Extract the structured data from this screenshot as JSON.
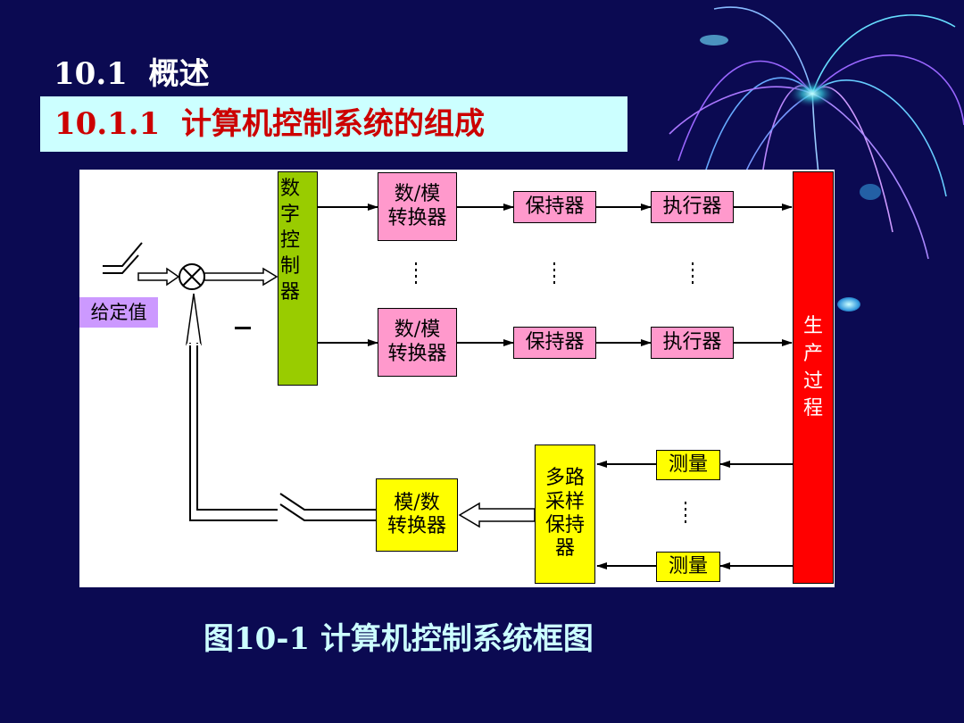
{
  "heading": {
    "number": "10.1",
    "text": "概述"
  },
  "subheading": {
    "number": "10.1.1",
    "text": "计算机控制系统的组成"
  },
  "diagram": {
    "setpoint_label": "给定值",
    "digital_controller": [
      "数",
      "字",
      "控",
      "制",
      "器"
    ],
    "dac_label": [
      "数/模",
      "转换器"
    ],
    "hold_label": "保持器",
    "actuator_label": "执行器",
    "process": [
      "生",
      "产",
      "过",
      "程"
    ],
    "measure_label": "测量",
    "sampler": [
      "多路",
      "采样",
      "保持",
      "器"
    ],
    "adc_label": [
      "模/数",
      "转换器"
    ],
    "minus_sign": "—"
  },
  "caption": {
    "number": "图10-1",
    "text": "计算机控制系统框图"
  },
  "colors": {
    "background": "#0b0a52",
    "subheading_bg": "#ccffff",
    "subheading_text": "#cc0000",
    "controller_fill": "#99cc00",
    "converter_fill": "#ff99cc",
    "process_fill": "#ff0000",
    "yellow_fill": "#ffff00",
    "setpoint_fill": "#cc99ff"
  }
}
